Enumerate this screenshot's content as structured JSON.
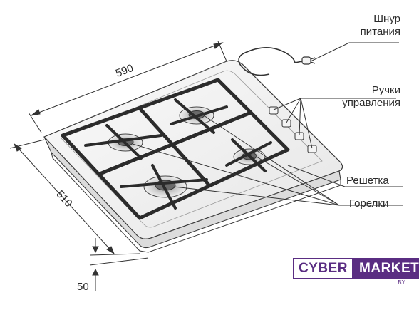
{
  "labels": {
    "cord_line1": "Шнур",
    "cord_line2": "питания",
    "knobs_line1": "Ручки",
    "knobs_line2": "управления",
    "grate": "Решетка",
    "burners": "Горелки"
  },
  "dimensions": {
    "width": "590",
    "depth": "510",
    "height": "50"
  },
  "logo": {
    "part1": "CYBER",
    "part2": "MARKET",
    "suffix": ".BY"
  },
  "colors": {
    "outline": "#3a3a3a",
    "grate": "#2b2b2b",
    "logo_brand": "#5a2d82"
  }
}
